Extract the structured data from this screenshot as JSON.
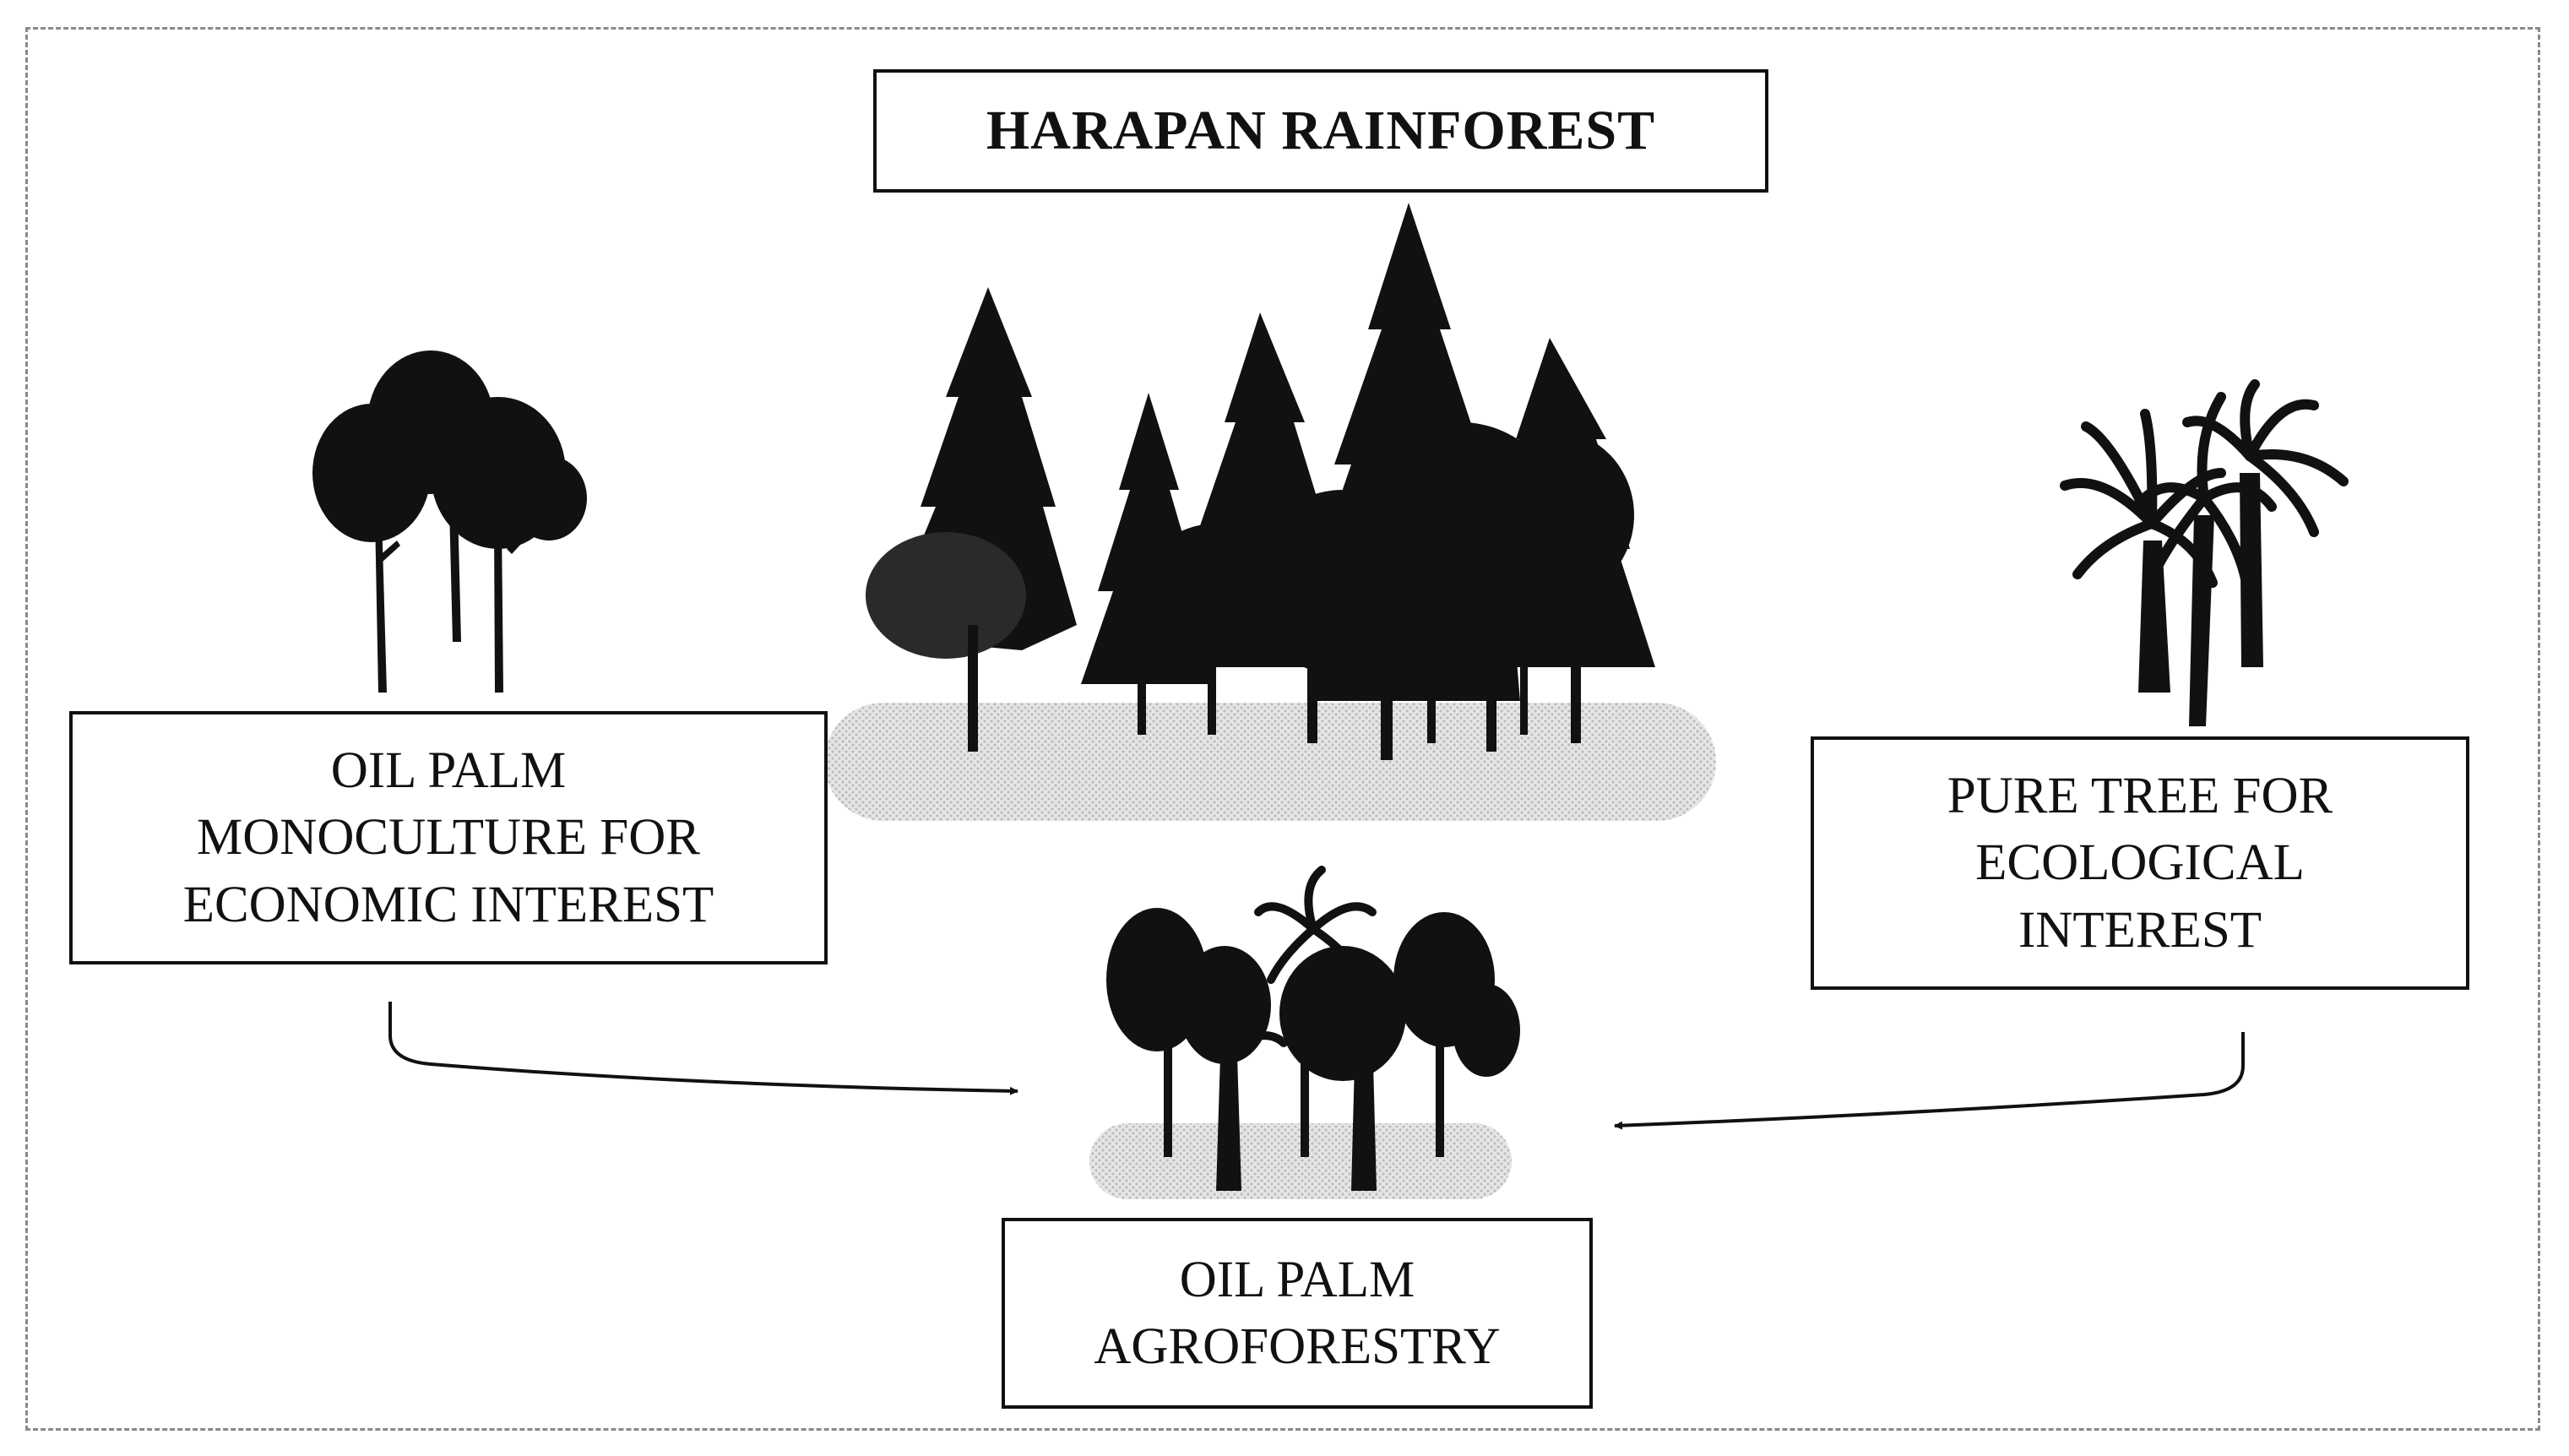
{
  "title": "HARAPAN RAINFOREST",
  "nodes": {
    "monoculture": "OIL PALM\nMONOCULTURE FOR\nECONOMIC INTEREST",
    "pure_tree": "PURE TREE FOR\nECOLOGICAL\nINTEREST",
    "agroforestry": "OIL PALM\nAGROFORESTRY"
  },
  "edges": [
    {
      "from": "monoculture",
      "to": "agroforestry"
    },
    {
      "from": "pure_tree",
      "to": "agroforestry"
    }
  ],
  "colors": {
    "line": "#111111",
    "ground": "#d4d4d4",
    "tree": "#111111"
  },
  "icons": [
    "rainforest-trees-icon",
    "broadleaf-trees-icon",
    "palm-trees-icon",
    "mixed-trees-icon"
  ]
}
